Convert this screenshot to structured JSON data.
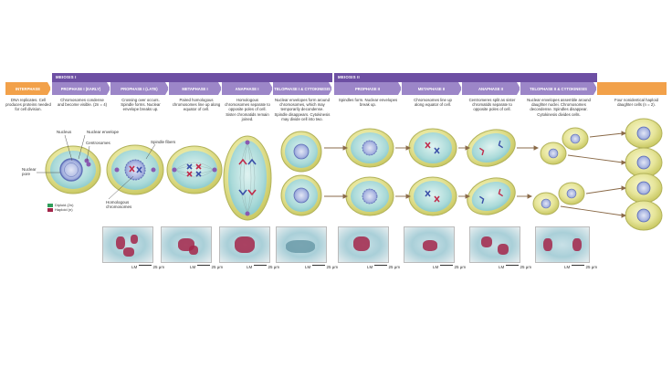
{
  "groups": {
    "meiosis1": "MEIOSIS I",
    "meiosis2": "MEIOSIS II"
  },
  "stages": {
    "interphase": "INTERPHASE",
    "prophase1_early": "PROPHASE I (EARLY)",
    "prophase1_late": "PROPHASE I (LATE)",
    "metaphase1": "METAPHASE I",
    "anaphase1": "ANAPHASE I",
    "telophase1": "TELOPHASE I & CYTOKINESIS",
    "prophase2": "PROPHASE II",
    "metaphase2": "METAPHASE II",
    "anaphase2": "ANAPHASE II",
    "telophase2": "TELOPHASE II & CYTOKINESIS"
  },
  "descriptions": {
    "interphase": "DNA replicates. Cell produces proteins needed for cell division.",
    "prophase1_early": "Chromosomes condense and become visible. (2n = 4)",
    "prophase1_late": "Crossing over occurs. Spindle forms. Nuclear envelope breaks up.",
    "metaphase1": "Paired homologous chromosomes line up along equator of cell.",
    "anaphase1": "Homologous chromosomes separate to opposite poles of cell. Sister chromatids remain joined.",
    "telophase1": "Nuclear envelopes form around chromosomes, which may temporarily decondense. Spindle disappears. Cytokinesis may divide cell into two.",
    "prophase2": "Spindles form. Nuclear envelopes break up.",
    "metaphase2": "Chromosomes line up along equator of cell.",
    "anaphase2": "Centromeres split as sister chromatids separate to opposite poles of cell.",
    "telophase2": "Nuclear envelopes assemble around daughter nuclei. Chromosomes decondense. Spindles disappear. Cytokinesis divides cells.",
    "result": "Four nonidentical haploid daughter cells (n = 2)."
  },
  "labels": {
    "nucleus": "Nucleus",
    "nuclear_envelope": "Nuclear envelope",
    "centrosomes": "Centrosomes",
    "spindle_fibers": "Spindle fibers",
    "nuclear_pore": "Nuclear pore",
    "homologous_chromosomes": "Homologous chromosomes"
  },
  "legend": {
    "diploid": "Diploid (2n)",
    "haploid": "Haploid (n)",
    "diploid_color": "#2f9e5b",
    "haploid_color": "#a3264a"
  },
  "micrographs": {
    "scale_text": "LM",
    "scale_value": "25 μm"
  },
  "colors": {
    "meiosis_bar": "#6d4fa3",
    "stage_header": "#9c86c8",
    "interphase_header": "#f2a14a",
    "chromosome_red": "#c02a4a",
    "chromosome_blue": "#3a4fa8"
  }
}
